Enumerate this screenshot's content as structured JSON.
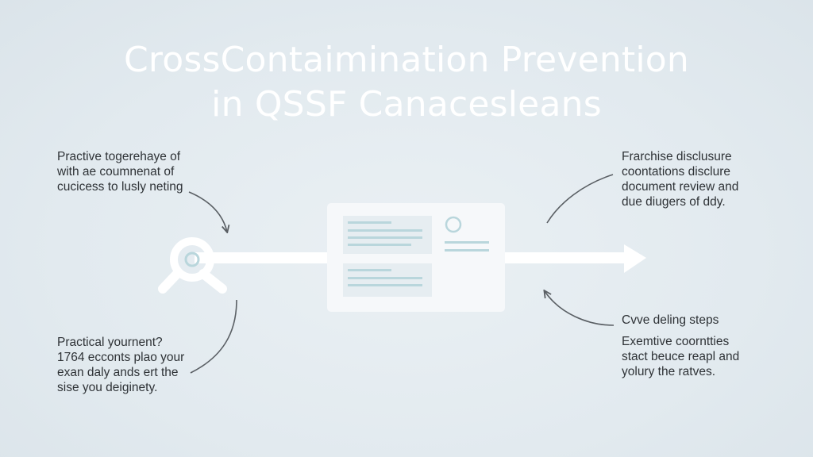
{
  "title": {
    "line1": "CrossContaimination Prevention",
    "line2": "in QSSF Canacesleans"
  },
  "notes": {
    "top_left": [
      "Practive togerehaye of",
      "with ae coumnenat of",
      "cucicess to lusly neting"
    ],
    "bottom_left": [
      "Practical yournent?",
      "1764 ecconts plao your",
      "exan daly ands ert the",
      "sise you deiginety."
    ],
    "top_right": [
      "Frarchise disclusure",
      "coontations disclure",
      "document review and",
      "due diugers of ddy."
    ],
    "bottom_right_heading": "Cvve deling steps",
    "bottom_right": [
      "Exemtive coorntties",
      "stact beuce reapl and",
      "yolury the ratves."
    ]
  },
  "icons": {
    "magnifier": "magnifier-icon",
    "document": "document-card-icon",
    "arrow": "arrow-right-icon"
  },
  "colors": {
    "background": "#e2eaef",
    "title": "#ffffff",
    "flow_line": "#ffffff",
    "card_line_accent": "#b9d6dc",
    "connector": "#5a5f64"
  }
}
